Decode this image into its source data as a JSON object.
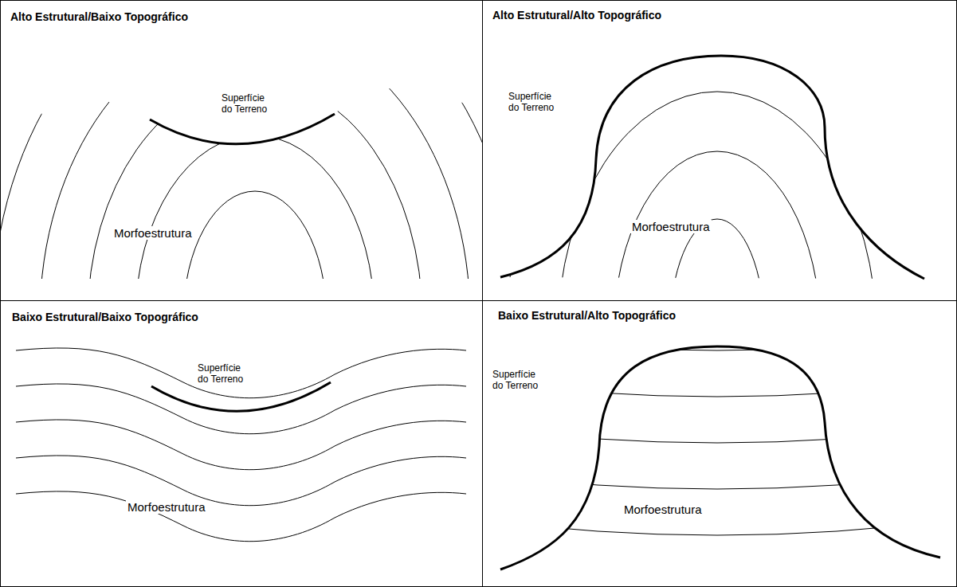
{
  "diagram": {
    "nodes": [
      {
        "text": [
          "Alto Estrutural/Baixo Topográfico",
          "Superfície do Terreno",
          "Morfoestrutura"
        ]
      },
      {
        "text": [
          "Alto Estrutural/Alto Topográfico",
          "Superfície do Terreno",
          "Morfoestrutura"
        ]
      },
      {
        "text": [
          "Baixo Estrutural/Baixo Topográfico",
          "Superfície do Terreno",
          "Morfoestrutura"
        ]
      },
      {
        "text": [
          "Baixo Estrutural/Alto Topográfico",
          "Superfície do Terreno",
          "Morfoestrutura"
        ]
      }
    ]
  }
}
